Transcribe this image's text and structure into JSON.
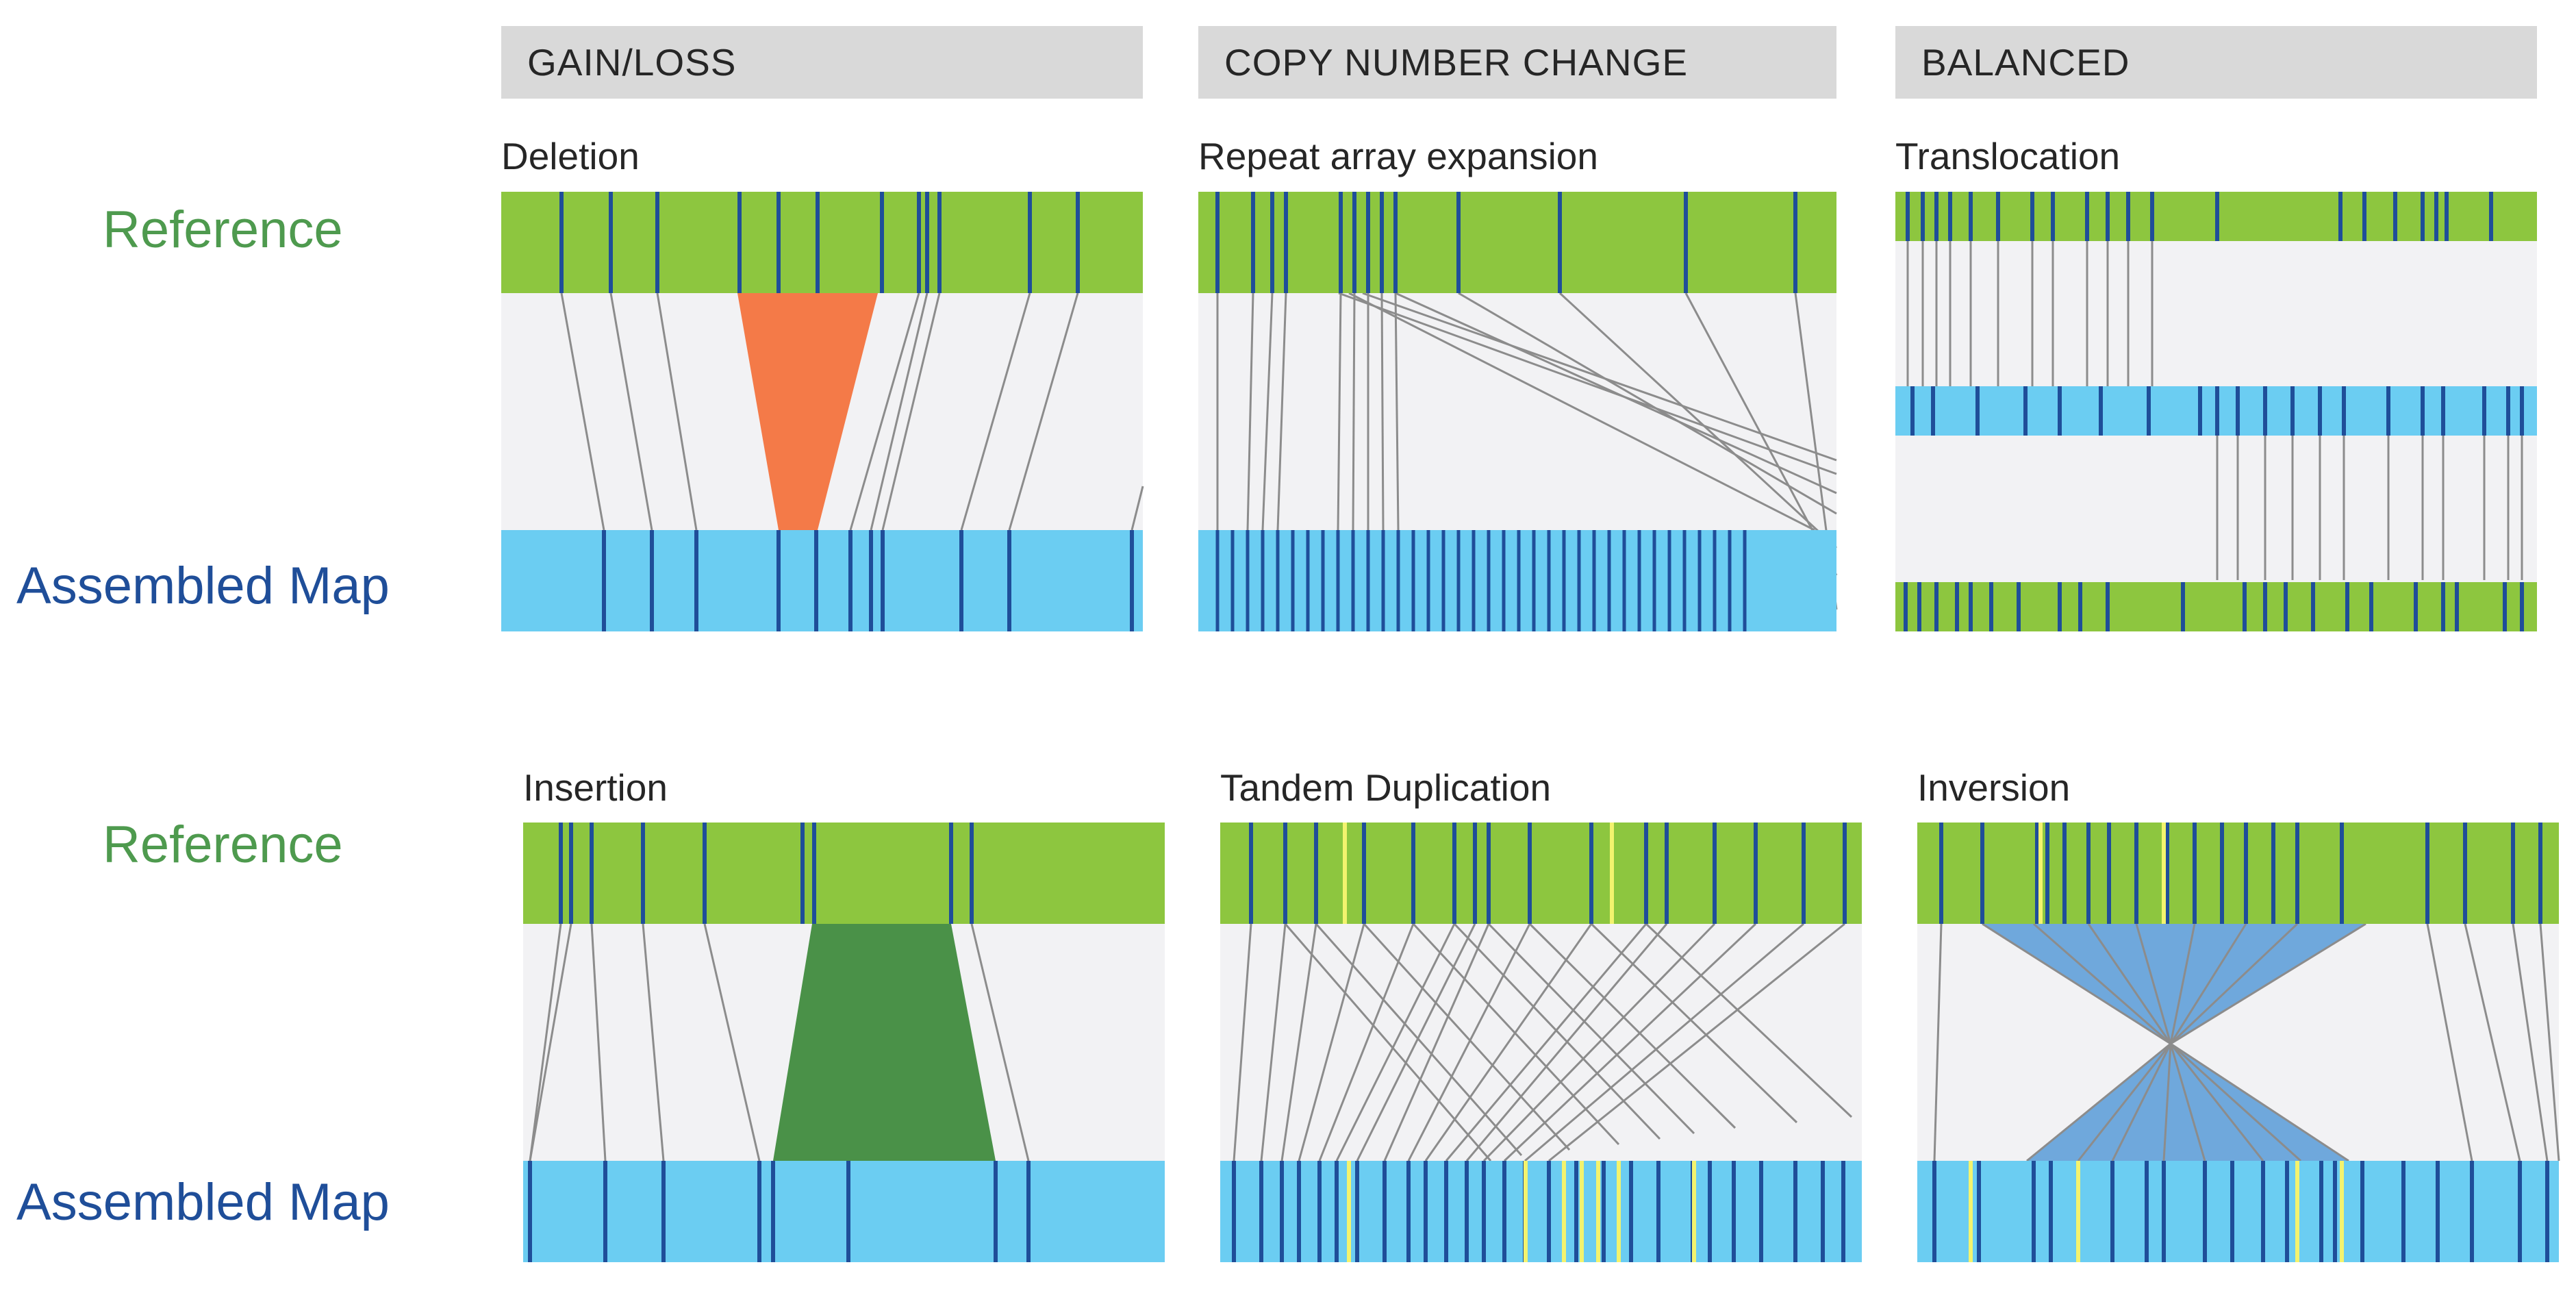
{
  "headers": {
    "gain_loss": "GAIN/LOSS",
    "copy_number": "COPY NUMBER CHANGE",
    "balanced": "BALANCED"
  },
  "row_labels": {
    "top_reference": "Reference",
    "top_assembled": "Assembled Map",
    "bottom_reference": "Reference",
    "bottom_assembled": "Assembled Map"
  },
  "panels": {
    "deletion": "Deletion",
    "repeat_expansion": "Repeat array expansion",
    "translocation": "Translocation",
    "insertion": "Insertion",
    "tandem_duplication": "Tandem Duplication",
    "inversion": "Inversion"
  },
  "colors": {
    "reference_bar": "#8dc63f",
    "assembled_bar": "#6bcdf2",
    "label_mark": "#1f4e99",
    "duplicated_mark": "#f3f36e",
    "connector": "#8c8c8c",
    "background": "#f2f2f4",
    "deletion_fill": "#f47a48",
    "insertion_fill": "#4a9148",
    "inversion_fill": "#6fa8dc"
  }
}
